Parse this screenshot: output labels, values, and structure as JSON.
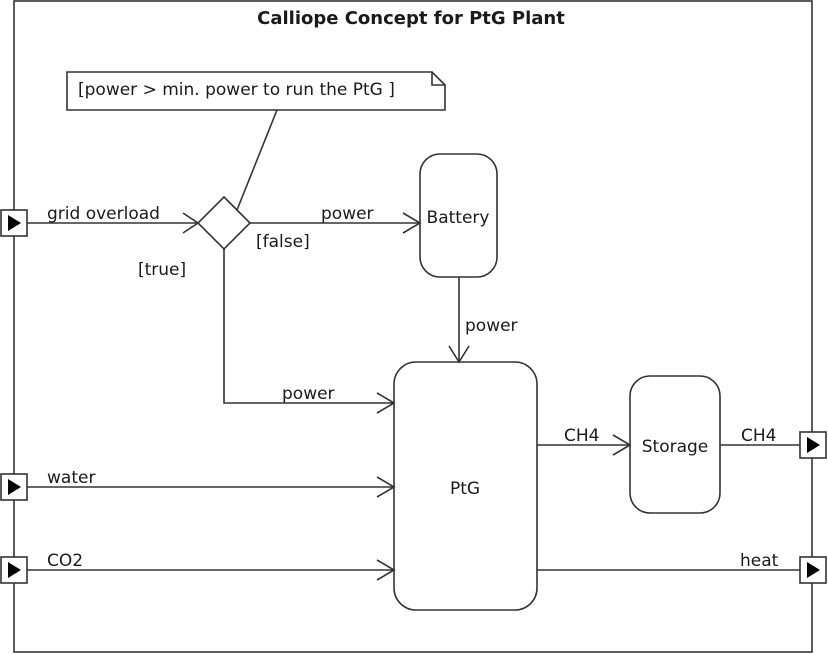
{
  "diagram": {
    "title": "Calliope Concept for PtG Plant",
    "note": "[power > min. power to run the PtG ]",
    "nodes": {
      "battery": "Battery",
      "ptg": "PtG",
      "storage": "Storage"
    },
    "inputs": [
      {
        "id": "grid-overload",
        "label": "grid overload"
      },
      {
        "id": "water",
        "label": "water"
      },
      {
        "id": "co2",
        "label": "CO2"
      }
    ],
    "outputs": [
      {
        "id": "ch4-out",
        "label": "CH4"
      },
      {
        "id": "heat",
        "label": "heat"
      }
    ],
    "flows": {
      "decision_to_battery": "power",
      "battery_to_ptg": "power",
      "decision_to_ptg": "power",
      "ptg_to_storage": "CH4"
    },
    "guards": {
      "false": "[false]",
      "true": "[true]"
    }
  }
}
